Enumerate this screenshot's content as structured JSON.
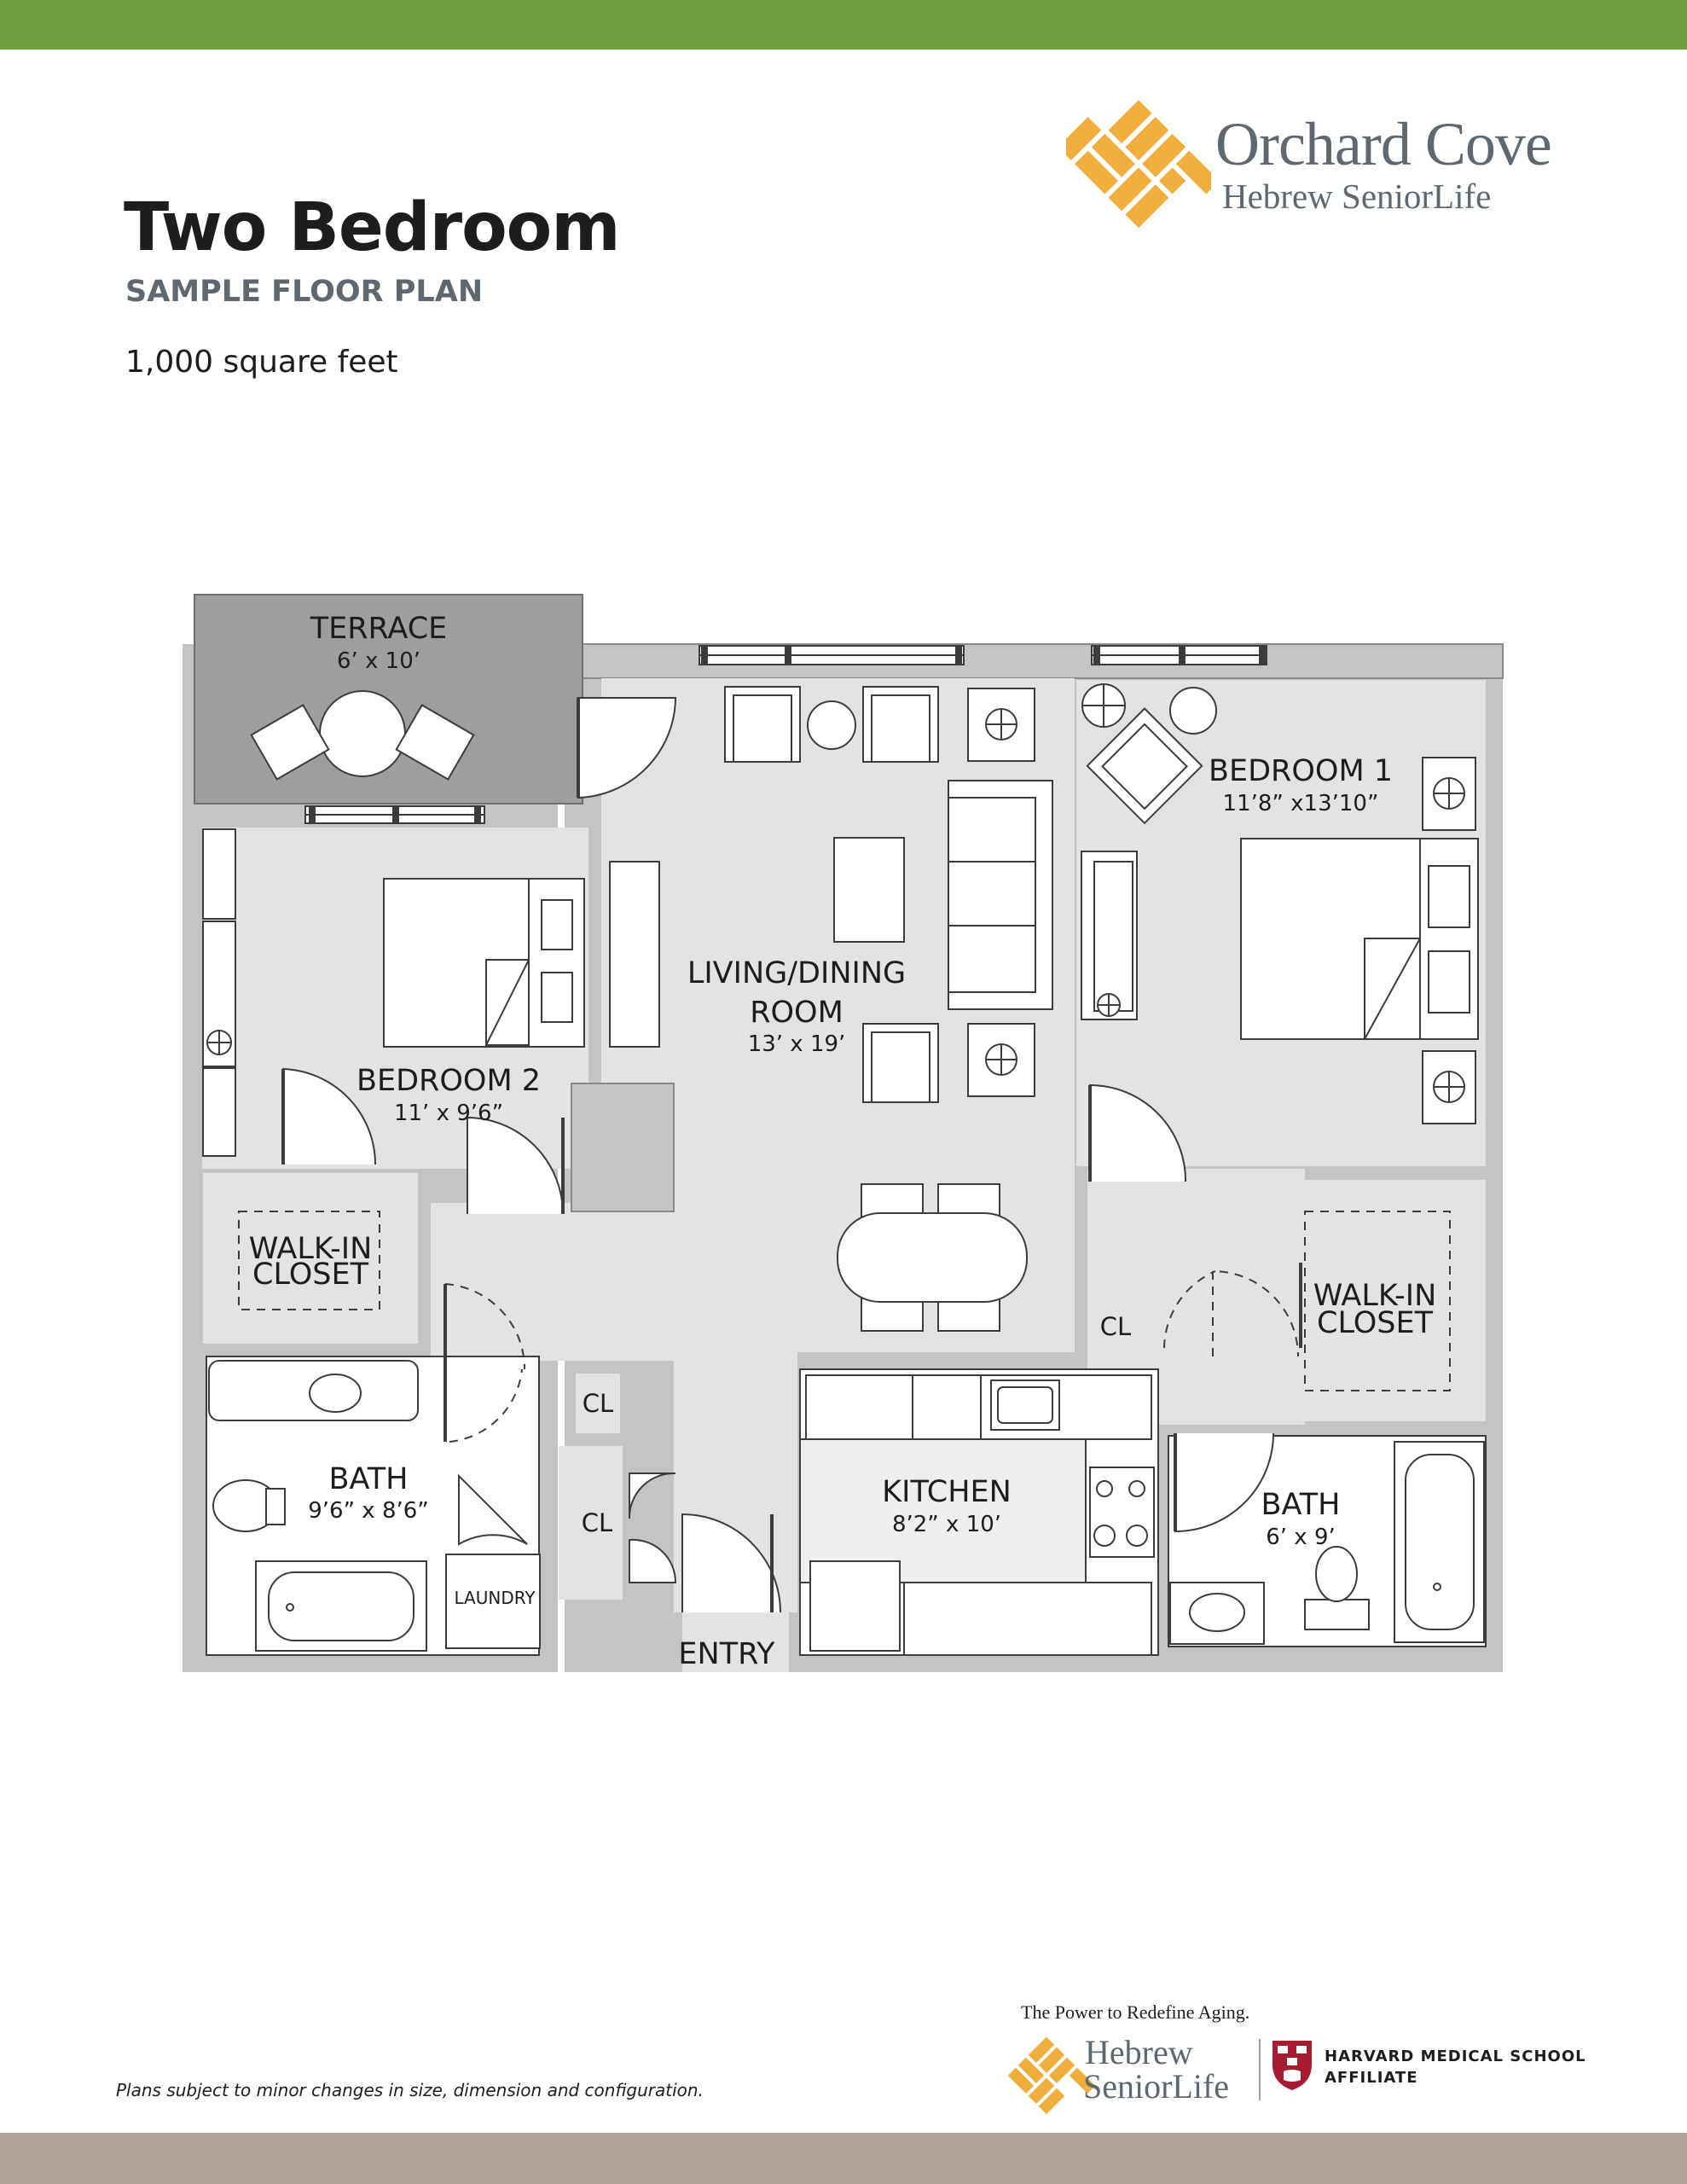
{
  "header": {
    "title": "Two Bedroom",
    "subtitle": "SAMPLE FLOOR PLAN",
    "square_feet": "1,000 square feet"
  },
  "brand": {
    "name": "Orchard Cove",
    "subname": "Hebrew SeniorLife",
    "logo_color": "#f2ae3d"
  },
  "rooms": {
    "terrace": {
      "name": "TERRACE",
      "dims": "6’ x 10’"
    },
    "bedroom2": {
      "name": "BEDROOM 2",
      "dims": "11’ x 9’6”"
    },
    "living": {
      "name_line1": "LIVING/DINING",
      "name_line2": "ROOM",
      "dims": "13’ x 19’"
    },
    "bedroom1": {
      "name": "BEDROOM 1",
      "dims": "11’8” x13’10”"
    },
    "walkin_left": {
      "line1": "WALK-IN",
      "line2": "CLOSET"
    },
    "walkin_right": {
      "line1": "WALK-IN",
      "line2": "CLOSET"
    },
    "bath_left": {
      "name": "BATH",
      "dims": "9’6” x 8’6”"
    },
    "bath_right": {
      "name": "BATH",
      "dims": "6’ x 9’"
    },
    "kitchen": {
      "name": "KITCHEN",
      "dims": "8’2” x 10’"
    },
    "closet_a": "CL",
    "closet_b": "CL",
    "closet_c": "CL",
    "laundry": "LAUNDRY",
    "entry": "ENTRY"
  },
  "footer": {
    "disclaimer": "Plans subject to minor changes in size, dimension and configuration.",
    "tagline": "The Power to Redefine Aging.",
    "hsl_line1": "Hebrew",
    "hsl_line2": "SeniorLife",
    "affiliate_line1": "HARVARD MEDICAL SCHOOL",
    "affiliate_line2": "AFFILIATE"
  },
  "colors": {
    "top_bar": "#6e9f3e",
    "bottom_bar": "#b0a597",
    "wall": "#c4c4c4",
    "floor": "#e3e3e3",
    "terrace": "#9e9e9e",
    "text_gray": "#5f6870"
  }
}
